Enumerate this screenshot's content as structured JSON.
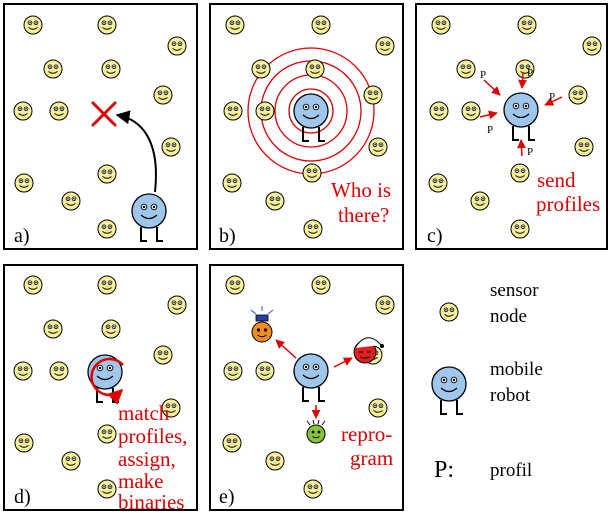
{
  "panels": {
    "a": {
      "label": "a)"
    },
    "b": {
      "label": "b)",
      "text_line1": "Who is",
      "text_line2": "there?"
    },
    "c": {
      "label": "c)",
      "text_line1": "send",
      "text_line2": "profiles",
      "p_marker": "P"
    },
    "d": {
      "label": "d)",
      "text_line1": "match",
      "text_line2": "profiles,",
      "text_line3": "assign,",
      "text_line4": "make",
      "text_line5": "binaries"
    },
    "e": {
      "label": "e)",
      "text_line1": "repro-",
      "text_line2": "gram"
    }
  },
  "legend": {
    "sensor_line1": "sensor",
    "sensor_line2": "node",
    "robot_line1": "mobile",
    "robot_line2": "robot",
    "p_key": "P:",
    "p_value": "profil"
  },
  "colors": {
    "sensor_fill": "#f5f19a",
    "robot_fill": "#9fc7ec",
    "accent_red": "#e00000",
    "node_orange": "#f28c1e",
    "node_red": "#e02020",
    "node_green": "#86c23c"
  }
}
